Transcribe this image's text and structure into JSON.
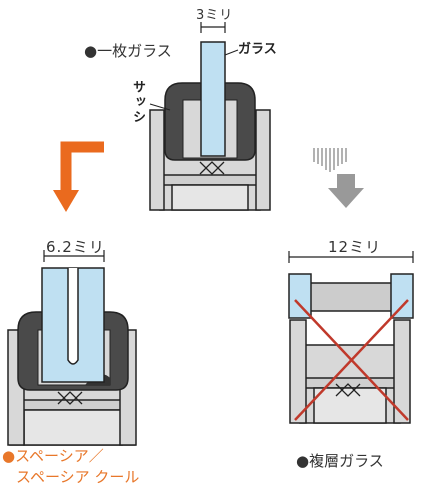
{
  "top": {
    "dimension": "3ミリ",
    "title": "●一枚ガラス",
    "glass_label": "ガラス",
    "sash_label": "サッシ"
  },
  "left": {
    "dimension": "6.2ミリ",
    "caption_line1": "●スペーシア／",
    "caption_line2": "スペーシア クール"
  },
  "right": {
    "dimension": "12ミリ",
    "caption": "●複層ガラス"
  },
  "colors": {
    "glass": "#bfe0f2",
    "sash": "#d8d8d8",
    "gasket": "#4a4a4a",
    "outline": "#222222",
    "arrow_orange": "#ea6a1e",
    "arrow_gray": "#999999",
    "cross_red": "#c0392b",
    "caption_orange": "#e8772a"
  }
}
